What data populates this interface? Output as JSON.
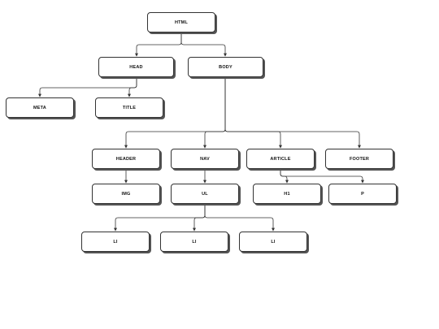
{
  "diagram": {
    "nodes": [
      {
        "id": "html",
        "label": "HTML"
      },
      {
        "id": "head",
        "label": "HEAD"
      },
      {
        "id": "body",
        "label": "BODY"
      },
      {
        "id": "meta",
        "label": "META"
      },
      {
        "id": "title",
        "label": "TITLE"
      },
      {
        "id": "header",
        "label": "HEADER"
      },
      {
        "id": "nav",
        "label": "NAV"
      },
      {
        "id": "article",
        "label": "ARTICLE"
      },
      {
        "id": "footer",
        "label": "FOOTER"
      },
      {
        "id": "img",
        "label": "IMG"
      },
      {
        "id": "ul",
        "label": "UL"
      },
      {
        "id": "h1",
        "label": "H1"
      },
      {
        "id": "p",
        "label": "P"
      },
      {
        "id": "li1",
        "label": "LI"
      },
      {
        "id": "li2",
        "label": "LI"
      },
      {
        "id": "li3",
        "label": "LI"
      }
    ],
    "edges": [
      {
        "from": "html",
        "to": "head"
      },
      {
        "from": "html",
        "to": "body"
      },
      {
        "from": "head",
        "to": "meta"
      },
      {
        "from": "head",
        "to": "title"
      },
      {
        "from": "body",
        "to": "header"
      },
      {
        "from": "body",
        "to": "nav"
      },
      {
        "from": "body",
        "to": "article"
      },
      {
        "from": "body",
        "to": "footer"
      },
      {
        "from": "header",
        "to": "img"
      },
      {
        "from": "nav",
        "to": "ul"
      },
      {
        "from": "article",
        "to": "h1"
      },
      {
        "from": "article",
        "to": "p"
      },
      {
        "from": "ul",
        "to": "li1"
      },
      {
        "from": "ul",
        "to": "li2"
      },
      {
        "from": "ul",
        "to": "li3"
      }
    ],
    "colors": {
      "stroke": "#333333",
      "shadow": "#555555",
      "fill": "#ffffff",
      "text": "#111111"
    }
  }
}
